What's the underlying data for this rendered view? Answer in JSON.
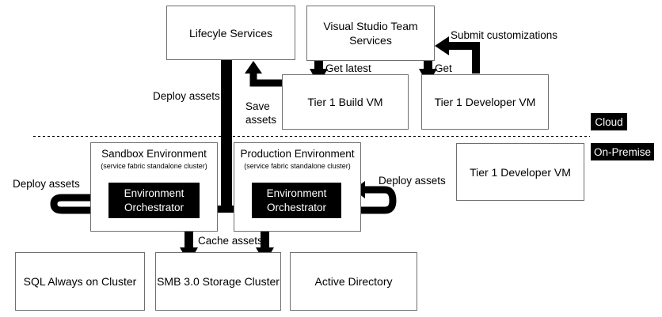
{
  "boxes": {
    "lifecycle": "Lifecyle Services",
    "vsts_line1": "Visual Studio Team",
    "vsts_line2": "Services",
    "build_vm": "Tier 1 Build VM",
    "dev_vm_cloud": "Tier 1 Developer VM",
    "dev_vm_onprem": "Tier 1 Developer VM",
    "sql": "SQL Always on Cluster",
    "smb": "SMB 3.0 Storage Cluster",
    "ad": "Active Directory"
  },
  "sandbox": {
    "title": "Sandbox Environment",
    "subtitle": "(service fabric standalone cluster)",
    "orch_line1": "Environment",
    "orch_line2": "Orchestrator"
  },
  "production": {
    "title": "Production Environment",
    "subtitle": "(service fabric standalone cluster)",
    "orch_line1": "Environment",
    "orch_line2": "Orchestrator"
  },
  "labels": {
    "deploy_assets_center": "Deploy assets",
    "save_line1": "Save",
    "save_line2": "assets",
    "get_latest": "Get latest",
    "get": "Get",
    "submit_customizations": "Submit customizations",
    "deploy_assets_left": "Deploy assets",
    "deploy_assets_right": "Deploy assets",
    "cache_assets": "Cache assets"
  },
  "zones": {
    "cloud": "Cloud",
    "on_premise": "On-Premise"
  },
  "colors": {
    "arrow": "#000000",
    "border": "#6f6f6f",
    "zone_tag_bg": "#000000",
    "zone_tag_text": "#ffffff"
  }
}
